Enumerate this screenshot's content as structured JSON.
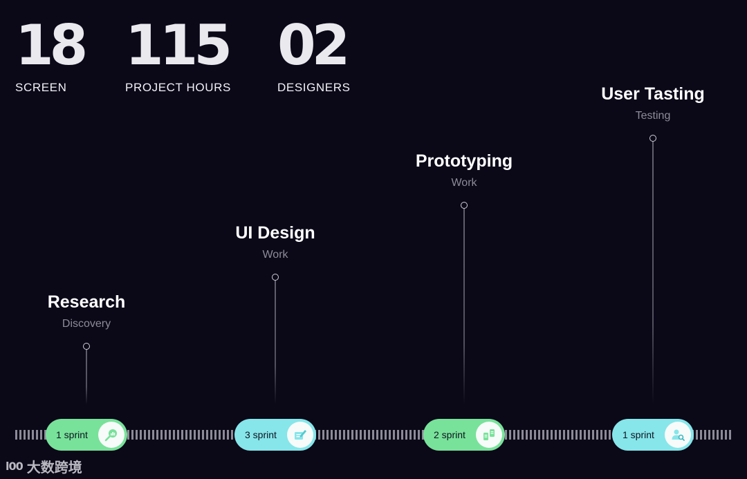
{
  "stats": [
    {
      "value": "18",
      "label": "SCREEN"
    },
    {
      "value": "115",
      "label": "PROJECT HOURS"
    },
    {
      "value": "02",
      "label": "DESIGNERS"
    }
  ],
  "phases": [
    {
      "title": "Research",
      "subtitle": "Discovery",
      "sprint": "1 sprint",
      "color": "#78e29a",
      "icon": "search-chart-icon"
    },
    {
      "title": "UI Design",
      "subtitle": "Work",
      "sprint": "3 sprint",
      "color": "#86e6ea",
      "icon": "design-pen-icon"
    },
    {
      "title": "Prototyping",
      "subtitle": "Work",
      "sprint": "2 sprint",
      "color": "#78e29a",
      "icon": "screens-icon"
    },
    {
      "title": "User Tasting",
      "subtitle": "Testing",
      "sprint": "1 sprint",
      "color": "#86e6ea",
      "icon": "user-search-icon"
    }
  ],
  "watermark": {
    "logo": "l00",
    "text": "大数跨境"
  }
}
